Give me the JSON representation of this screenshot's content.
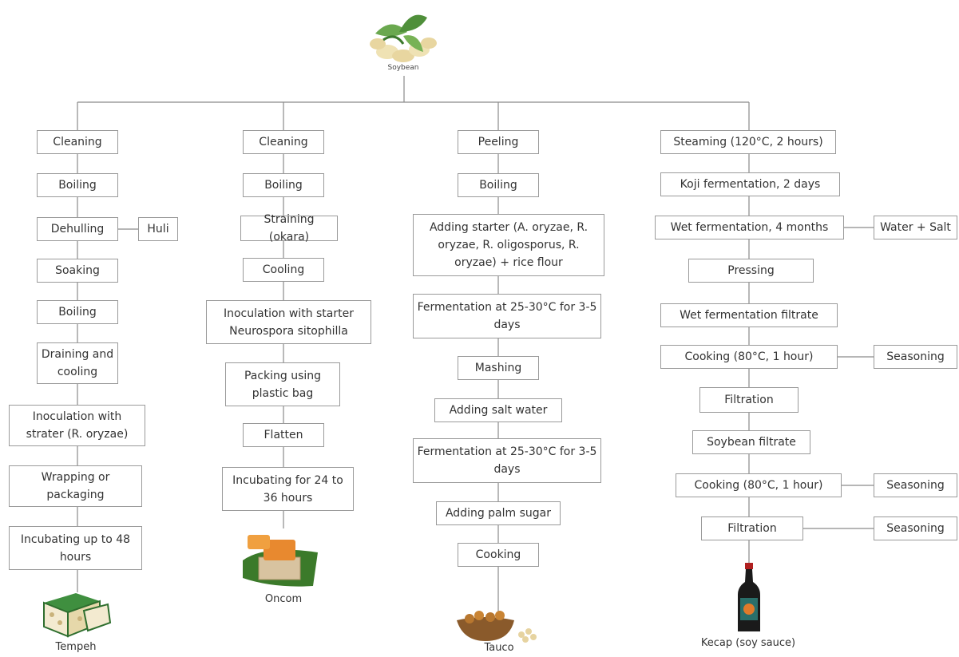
{
  "root": {
    "label": "Soybean"
  },
  "tempeh": {
    "steps": [
      "Cleaning",
      "Boiling",
      "Dehulling",
      "Soaking",
      "Boiling",
      "Draining and cooling",
      "Inoculation with strater (R. oryzae)",
      "Wrapping or packaging",
      "Incubating up to 48 hours"
    ],
    "side": "Huli",
    "product": "Tempeh"
  },
  "oncom": {
    "steps": [
      "Cleaning",
      "Boiling",
      "Straining (okara)",
      "Cooling",
      "Inoculation with starter Neurospora sitophilla",
      "Packing using plastic bag",
      "Flatten",
      "Incubating for 24 to 36 hours"
    ],
    "product": "Oncom"
  },
  "tauco": {
    "steps": [
      "Peeling",
      "Boiling",
      "Adding starter (A. oryzae, R. oryzae, R. oligosporus, R. oryzae) + rice flour",
      "Fermentation at 25-30°C for 3-5 days",
      "Mashing",
      "Adding salt water",
      "Fermentation at 25-30°C for 3-5 days",
      "Adding palm sugar",
      "Cooking"
    ],
    "product": "Tauco"
  },
  "kecap": {
    "steps": [
      "Steaming (120°C, 2 hours)",
      "Koji fermentation, 2 days",
      "Wet fermentation, 4 months",
      "Pressing",
      "Wet fermentation filtrate",
      "Cooking (80°C, 1 hour)",
      "Filtration",
      "Soybean filtrate",
      "Cooking (80°C, 1 hour)",
      "Filtration"
    ],
    "sides": [
      "Water + Salt",
      "Seasoning",
      "Seasoning",
      "Seasoning"
    ],
    "product": "Kecap (soy sauce)"
  }
}
